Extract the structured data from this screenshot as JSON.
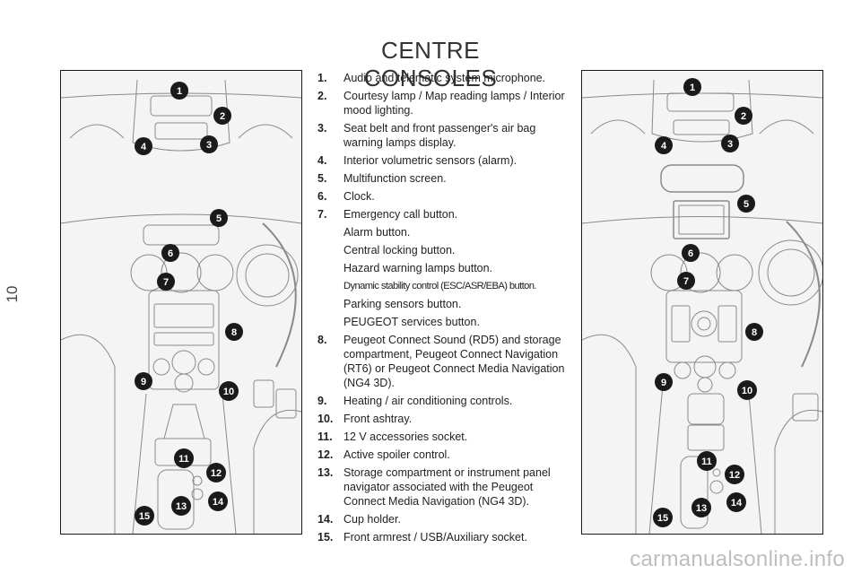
{
  "page_number": "10",
  "title": "CENTRE CONSOLES",
  "items": [
    {
      "num": "1.",
      "text": "Audio and telematic system microphone."
    },
    {
      "num": "2.",
      "text": "Courtesy lamp / Map reading lamps / Interior mood lighting."
    },
    {
      "num": "3.",
      "text": "Seat belt and front passenger's air bag warning lamps display."
    },
    {
      "num": "4.",
      "text": "Interior volumetric sensors (alarm)."
    },
    {
      "num": "5.",
      "text": "Multifunction screen."
    },
    {
      "num": "6.",
      "text": "Clock."
    },
    {
      "num": "7.",
      "text": "Emergency call button.",
      "sub": [
        "Alarm button.",
        "Central locking button.",
        "Hazard warning lamps button.",
        "Dynamic stability control (ESC/ASR/EBA) button.",
        "Parking sensors button.",
        "PEUGEOT services button."
      ]
    },
    {
      "num": "8.",
      "text": "Peugeot Connect Sound (RD5) and storage compartment, Peugeot Connect Navigation (RT6) or Peugeot Connect Media Navigation (NG4 3D)."
    },
    {
      "num": "9.",
      "text": "Heating / air conditioning controls."
    },
    {
      "num": "10.",
      "text": "Front ashtray."
    },
    {
      "num": "11.",
      "text": "12 V accessories socket."
    },
    {
      "num": "12.",
      "text": "Active spoiler control."
    },
    {
      "num": "13.",
      "text": "Storage compartment or instrument panel navigator associated with the Peugeot Connect Media Navigation (NG4 3D)."
    },
    {
      "num": "14.",
      "text": "Cup holder."
    },
    {
      "num": "15.",
      "text": "Front armrest / USB/Auxiliary socket."
    }
  ],
  "left_callouts": [
    "1",
    "2",
    "3",
    "4",
    "5",
    "6",
    "7",
    "8",
    "9",
    "10",
    "11",
    "12",
    "13",
    "14",
    "15"
  ],
  "right_callouts": [
    "1",
    "2",
    "3",
    "4",
    "5",
    "6",
    "7",
    "8",
    "9",
    "10",
    "11",
    "12",
    "13",
    "14",
    "15"
  ],
  "watermark": "carmanualsonline.info",
  "colors": {
    "callout": "#1a1a1a",
    "panel_bg": "#f4f4f4",
    "line": "#8a8a8a"
  }
}
